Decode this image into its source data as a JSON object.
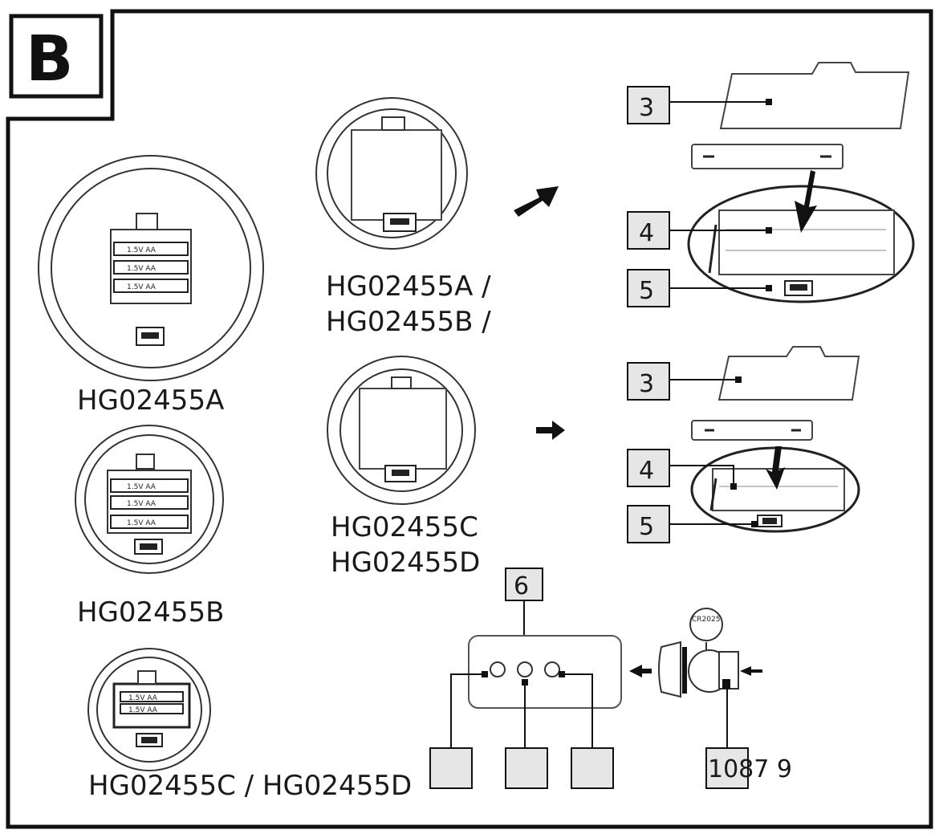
{
  "section_letter": "B",
  "models": {
    "a": "HG02455A",
    "b": "HG02455B",
    "cd": "HG02455C / HG02455D",
    "ab_line1": "HG02455A /",
    "ab_line2": "HG02455B /",
    "cd_line1": "HG02455C",
    "cd_line2": "HG02455D"
  },
  "battery_label": "1.5V AA",
  "coin_cell_label": "CR2025",
  "callouts": {
    "c3": "3",
    "c4": "4",
    "c5": "5",
    "c6": "6",
    "bottom": "1087 9"
  }
}
